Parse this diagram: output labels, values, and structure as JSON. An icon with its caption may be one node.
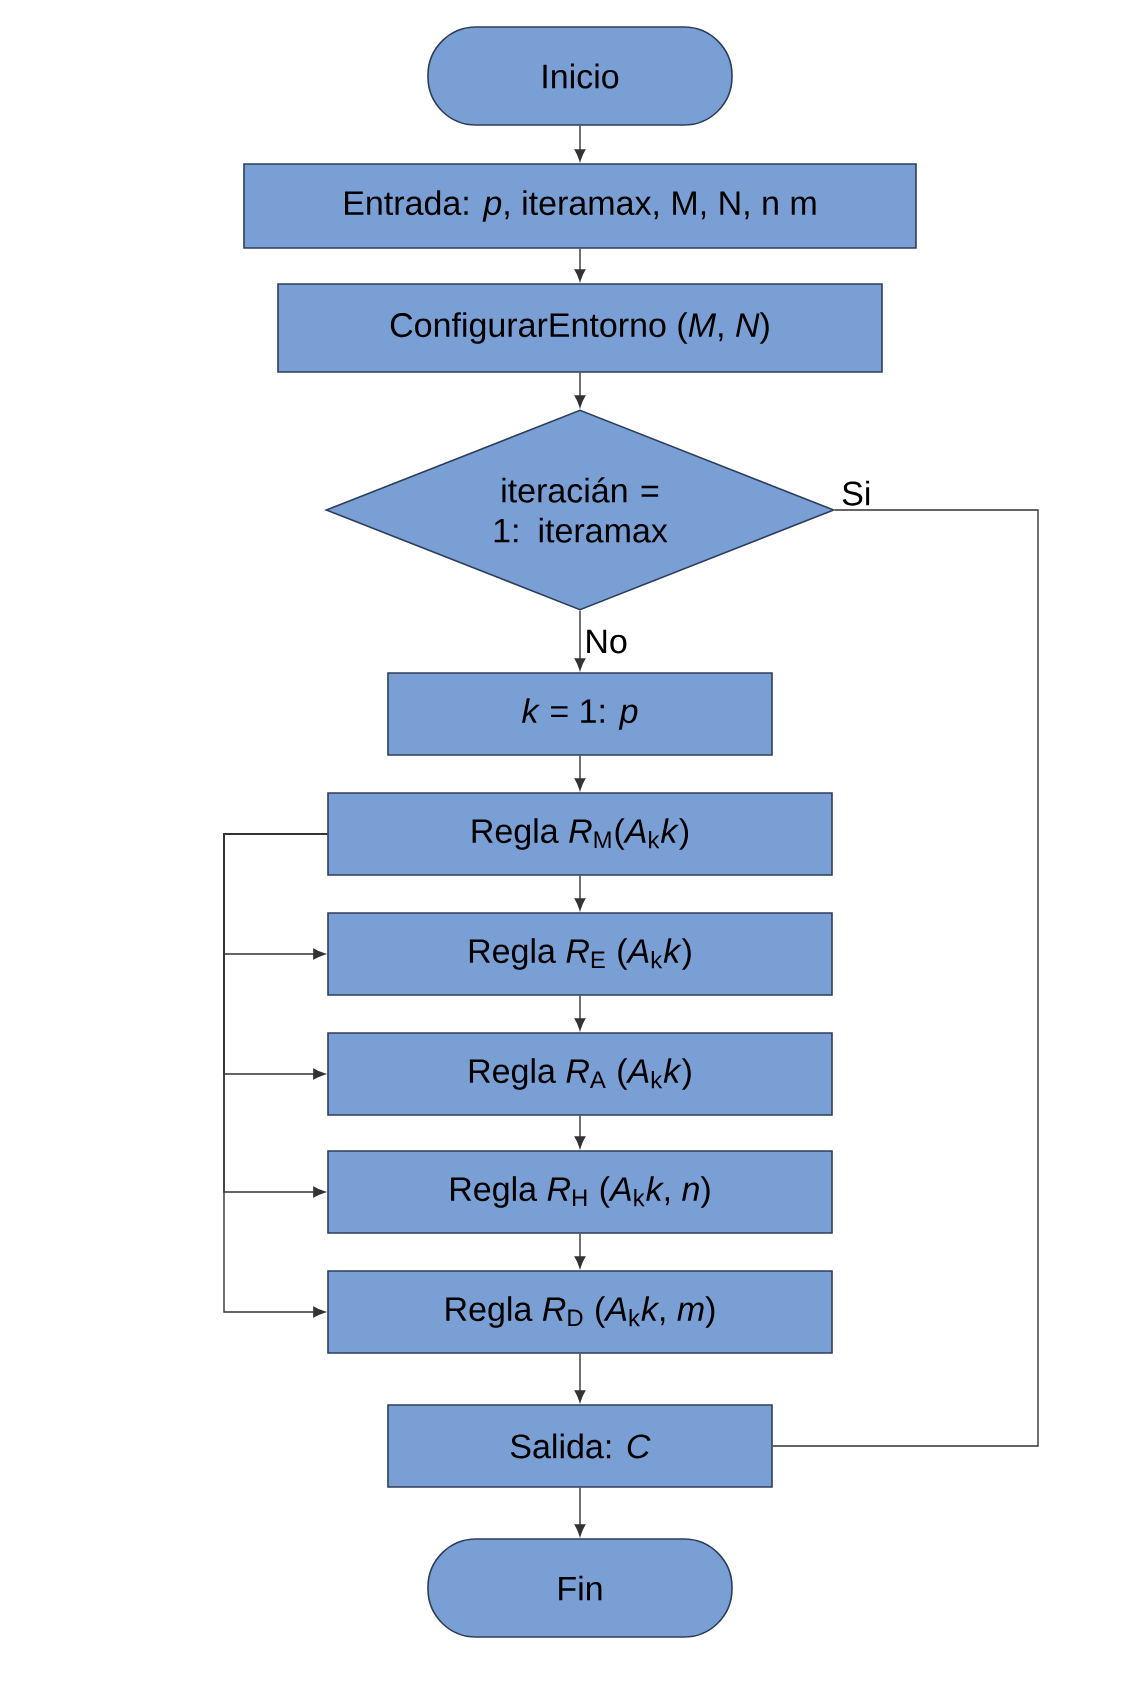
{
  "diagram": {
    "nodes": [
      {
        "text": [
          "Inicio"
        ]
      },
      {
        "text": [
          "Entrada: *p*, iteramax, M, N, n m"
        ]
      },
      {
        "text": [
          "ConfigurarEntorno (*M*, *N*)"
        ]
      },
      {
        "text": [
          "iteracián = 1: iteramax"
        ]
      },
      {
        "text": [
          "*k* = 1: *p*"
        ]
      },
      {
        "text": [
          "Regla *R*$_{M}$(*A*$_{k}$*k*)"
        ]
      },
      {
        "text": [
          "Regla *R*$_{E}$ (*A*$_{k}$*k*)"
        ]
      },
      {
        "text": [
          "Regla *R*$_{A}$ (*A*$_{k}$*k*)"
        ]
      },
      {
        "text": [
          "Regla *R*$_{H}$ (*A*$_{k}$*k*, *n*)"
        ]
      },
      {
        "text": [
          "Regla *R*$_{D}$ (*A*$_{k}$*k*, *m*)"
        ]
      },
      {
        "text": [
          "Salida: *C*"
        ]
      },
      {
        "text": [
          "Fin"
        ]
      }
    ],
    "edges": [
      {
        "from": 0,
        "to": 1,
        "arrow": "to"
      },
      {
        "from": 1,
        "to": 2,
        "arrow": "to"
      },
      {
        "from": 2,
        "to": 3,
        "arrow": "to"
      },
      {
        "from": 3,
        "to": 4,
        "arrow": "to",
        "label": "No"
      },
      {
        "from": 4,
        "to": 5,
        "arrow": "to"
      },
      {
        "from": 5,
        "to": 6,
        "arrow": "to"
      },
      {
        "from": 6,
        "to": 7,
        "arrow": "to"
      },
      {
        "from": 7,
        "to": 8,
        "arrow": "to"
      },
      {
        "from": 8,
        "to": 9,
        "arrow": "to"
      },
      {
        "from": 9,
        "to": 10,
        "arrow": "to"
      },
      {
        "from": 10,
        "to": 11,
        "arrow": "to"
      },
      {
        "from": 3,
        "to": 10,
        "arrow": "none",
        "label": "Si"
      },
      {
        "from": 5,
        "to": 6,
        "arrow": "to"
      },
      {
        "from": 5,
        "to": 7,
        "arrow": "to"
      },
      {
        "from": 5,
        "to": 8,
        "arrow": "to"
      },
      {
        "from": 5,
        "to": 9,
        "arrow": "to"
      }
    ]
  }
}
